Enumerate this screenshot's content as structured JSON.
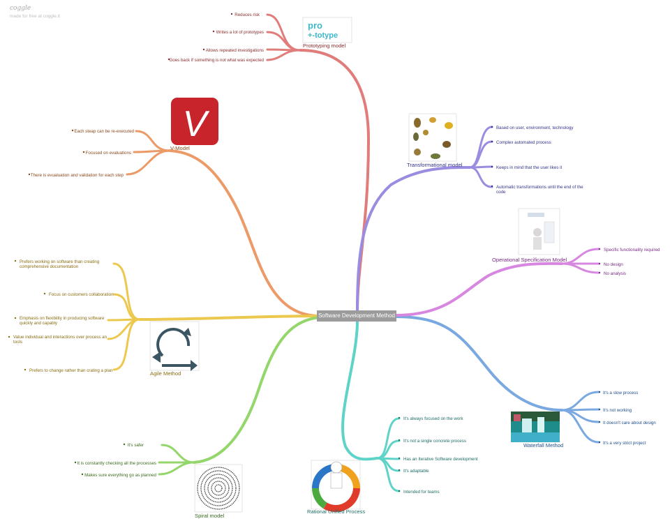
{
  "brand": {
    "name": "coggle",
    "tagline": "made for free at coggle.it"
  },
  "center": {
    "label": "Software Development Method"
  },
  "branches": {
    "prototyping": {
      "label": "Prototyping model",
      "color": "#e07c7a",
      "leaf_color": "#8b2e2e",
      "image": {
        "text_top": "pro",
        "text_bottom": "+-totype",
        "accent": "#3db8c9"
      },
      "items": [
        "Reduces risk",
        "Writes a lot of prototypes",
        "Allows repeated investigations",
        "Goes back if something is not what was expected"
      ]
    },
    "vmodel": {
      "label": "V-Model",
      "color": "#ec9a68",
      "leaf_color": "#8b4a1f",
      "image": {
        "letter": "V",
        "bg": "#c8242b"
      },
      "items": [
        "Each steap can be re-executed",
        "Focused on evaluations",
        "There is evualuation and validation for each step"
      ]
    },
    "agile": {
      "label": "Agile Method",
      "color": "#ecc84e",
      "leaf_color": "#8a6d12",
      "items": [
        "Prefers working on software than creating comprehensive documentation",
        "Focus on customers collaboration",
        "Emphasis on flexibility in producing software quickly and capably",
        "Value individual and interactions over process an tools",
        "Prefers to change rather than crating a plan"
      ]
    },
    "spiral": {
      "label": "Spiral model",
      "color": "#93d66a",
      "leaf_color": "#3d6b1e",
      "items": [
        "It's safer",
        "It is constantly checking all the processes",
        "Makes sure everything go as planned"
      ]
    },
    "rup": {
      "label": "Rational Unified Process",
      "color": "#5fd3c7",
      "leaf_color": "#1e6d66",
      "items": [
        "It's always focused on the work",
        "It's not a single concrete process",
        "Has an Iterative Software development",
        "It's adaptable",
        "Intended for teams"
      ]
    },
    "waterfall": {
      "label": "Waterfall Method",
      "color": "#7aa8e0",
      "leaf_color": "#23508c",
      "items": [
        "It's a slow process",
        "It's not working",
        "It doesn't care about design",
        "It's a very strict project"
      ]
    },
    "operational": {
      "label": "Operational Specification Model",
      "color": "#d787e0",
      "leaf_color": "#7a2a86",
      "items": [
        "Specific functionality required",
        "No design",
        "No analysis"
      ]
    },
    "transformational": {
      "label": "Transformational model",
      "color": "#9a8ce0",
      "leaf_color": "#33338a",
      "items": [
        "Based on user, environment, technology",
        "Complex automated process",
        "Keeps in mind that the user likes it",
        "Automatic transformations until the end of the code"
      ]
    }
  }
}
